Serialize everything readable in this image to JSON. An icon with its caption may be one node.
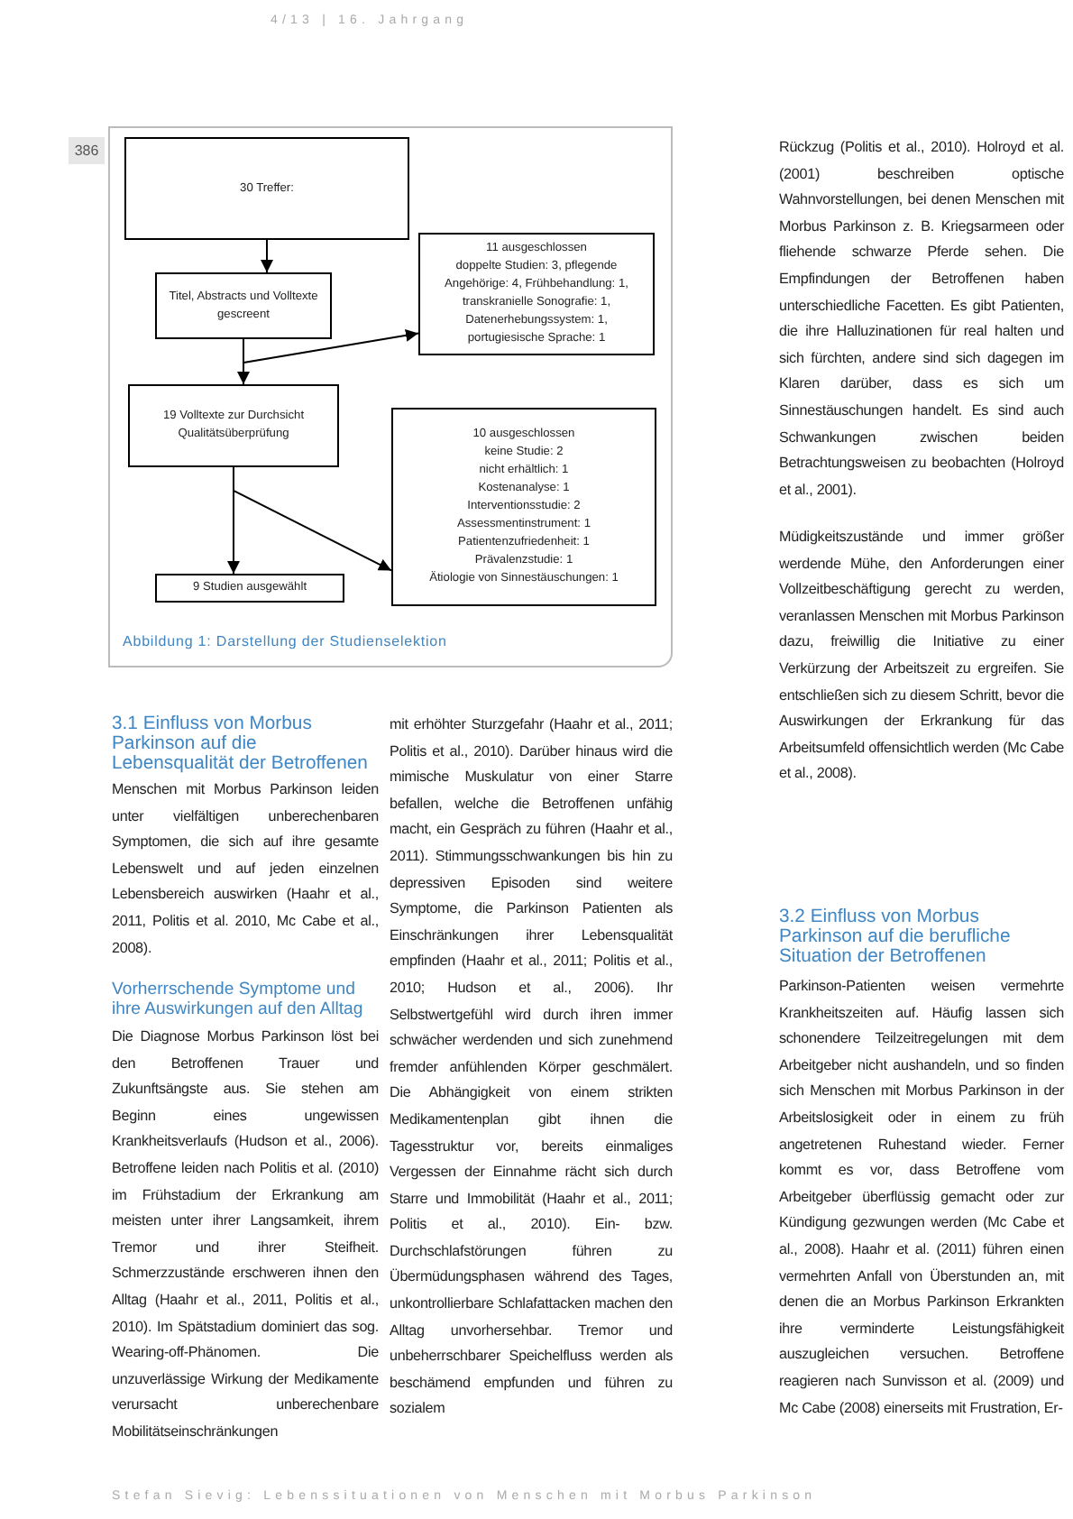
{
  "diagram": {
    "nodes": [
      {
        "text": [
          "Abbildung 1: Darstellung der Studienselektion"
        ]
      },
      {
        "text": [
          "30 Treffer:"
        ],
        "in": 0
      },
      {
        "text": [
          "Titel, Abstracts und Volltexte gescreent"
        ],
        "in": 0
      },
      {
        "text": [
          "11 ausgeschlossen",
          "doppelte Studien: 3, pflegende Angehörige: 4, Frühbehandlung: 1, transkranielle Sonografie: 1, Datenerhebungssystem: 1, portugiesische Sprache: 1"
        ],
        "in": 0
      },
      {
        "text": [
          "19 Volltexte zur Durchsicht Qualitätsüberprüfung"
        ],
        "in": 0
      },
      {
        "text": [
          "10 ausgeschlossen",
          "keine Studie: 2",
          "nicht erhältlich: 1",
          "Kostenanalyse: 1",
          "Interventionsstudie: 2",
          "Assessmentinstrument: 1",
          "Patientenzufriedenheit: 1",
          "Prävalenzstudie: 1",
          "Ätiologie von Sinnestäuschungen: 1"
        ],
        "in": 0
      },
      {
        "text": [
          "9 Studien ausgewählt"
        ],
        "in": 0
      }
    ],
    "edges": [
      {
        "from": 1,
        "to": 2,
        "arrow": "to"
      },
      {
        "from": 2,
        "to": 3,
        "arrow": "to"
      },
      {
        "from": 2,
        "to": 4,
        "arrow": "to"
      },
      {
        "from": 4,
        "to": 5,
        "arrow": "to"
      },
      {
        "from": 4,
        "to": 6,
        "arrow": "to"
      }
    ],
    "labels": [
      "4/13 | 16. Jahrgang",
      "386",
      "3.1 Einfluss von Morbus Parkinson auf die Lebensqualität der Betroffenen",
      "Menschen mit Morbus Parkinson leiden unter vielfältigen unberechenbaren Symptomen, die sich auf ihre gesamte Lebenswelt und auf jeden einzelnen Lebensbereich auswirken (Haahr et al., 2011, Politis et al. 2010, Mc Cabe et al., 2008).",
      "Vorherrschende Symptome und ihre Auswirkungen auf den Alltag",
      "Die Diagnose Morbus Parkinson löst bei den Betroffenen Trauer und Zukunftsängste aus. Sie stehen am Beginn eines ungewissen Krankheitsverlaufs (Hudson et al., 2006). Betroffene leiden nach Politis et al. (2010) im Frühstadium der Erkrankung am meisten unter ihrer Langsamkeit, ihrem Tremor und ihrer Steifheit. Schmerzzustände erschweren ihnen den Alltag (Haahr et al., 2011, Politis et al., 2010). Im Spätstadium dominiert das sog. Wearing-off-Phänomen. Die unzuverlässige Wirkung der Medikamente verursacht unberechenbare Mobilitätseinschränkungen",
      "mit erhöhter Sturzgefahr (Haahr et al., 2011; Politis et al., 2010). Darüber hinaus wird die mimische Muskulatur von einer Starre befallen, welche die Betroffenen unfähig macht, ein Gespräch zu führen (Haahr et al., 2011). Stimmungsschwankungen bis hin zu depressiven Episoden sind weitere Symptome, die Parkinson Patienten als Einschränkungen ihrer Lebensqualität empfinden (Haahr et al., 2011; Politis et al., 2010; Hudson et al., 2006). Ihr Selbstwertgefühl wird durch ihren immer schwächer werdenden und sich zunehmend fremder anfühlenden Körper geschmälert. Die Abhängigkeit von einem strikten Medikamentenplan gibt ihnen die Tagesstruktur vor, bereits einmaliges Vergessen der Einnahme rächt sich durch Starre und Immobilität (Haahr et al., 2011; Politis et al., 2010). Ein- bzw. Durchschlafstörungen führen zu Übermüdungsphasen während des Tages, unkontrollierbare Schlafattacken machen den Alltag unvorhersehbar. Tremor und unbeherrschbarer Speichelfluss werden als beschämend empfunden und führen zu sozialem",
      "Rückzug (Politis et al., 2010). Holroyd et al. (2001) beschreiben optische Wahnvorstellungen, bei denen Menschen mit Morbus Parkinson z. B. Kriegsarmeen oder fliehende schwarze Pferde sehen. Die Empfindungen der Betroffenen haben unterschiedliche Facetten. Es gibt Patienten, die ihre Halluzinationen für real halten und sich fürchten, andere sind sich dagegen im Klaren darüber, dass es sich um Sinnestäuschungen handelt. Es sind auch Schwankungen zwischen beiden Betrachtungsweisen zu beobachten (Holroyd et al., 2001).",
      "Müdigkeitszustände und immer größer werdende Mühe, den Anforderungen einer Vollzeitbeschäftigung gerecht zu werden, veranlassen Menschen mit Morbus Parkinson dazu, freiwillig die Initiative zu einer Verkürzung der Arbeitszeit zu ergreifen. Sie entschließen sich zu diesem Schritt, bevor die Auswirkungen der Erkrankung für das Arbeitsumfeld offensichtlich werden (Mc Cabe et al., 2008).",
      "3.2 Einfluss von Morbus Parkinson auf die berufliche Situation der Betroffenen",
      "Parkinson-Patienten weisen vermehrte Krankheitszeiten auf. Häufig lassen sich schonendere Teilzeitregelungen mit dem Arbeitgeber nicht aushandeln, und so finden sich Menschen mit Morbus Parkinson in der Arbeitslosigkeit oder in einem zu früh angetretenen Ruhestand wieder. Ferner kommt es vor, dass Betroffene vom Arbeitgeber überflüssig gemacht oder zur Kündigung gezwungen werden (Mc Cabe et al., 2008). Haahr et al. (2011) führen einen vermehrten Anfall von Überstunden an, mit denen die an Morbus Parkinson Erkrankten ihre verminderte Leistungsfähigkeit auszugleichen versuchen. Betroffene reagieren nach Sunvisson et al. (2009) und Mc Cabe (2008) einerseits mit Frustration, Er-",
      "Stefan Sievig: Lebenssituationen von Menschen mit Morbus Parkinson"
    ]
  }
}
